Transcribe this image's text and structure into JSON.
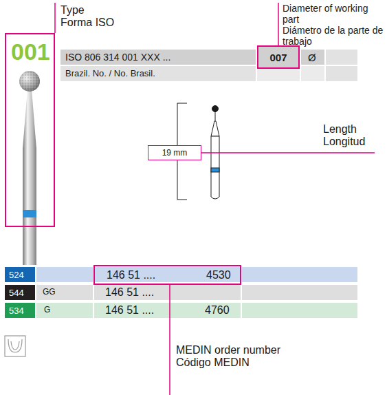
{
  "diagram": {
    "nodes": [
      {
        "text": [
          "001"
        ]
      },
      {
        "text": [
          "007"
        ]
      },
      {
        "text": [
          "19 mm"
        ]
      },
      {
        "text": [
          "146 51 ....",
          "4530"
        ]
      },
      {
        "text": [
          "524"
        ]
      },
      {
        "text": [
          "544"
        ]
      },
      {
        "text": [
          "534"
        ]
      }
    ],
    "labels": [
      "Type",
      "Forma ISO",
      "Diameter of working part",
      "Diámetro de la parte de trabajo",
      "ISO 806 314 001 XXX ...",
      "Ø",
      "Brazil. No. / No. Brasil.",
      "Length",
      "Longitud",
      "GG",
      "146 51 ....",
      "G",
      "146 51 ....",
      "4760",
      "MEDIN order number",
      "Código MEDIN"
    ]
  }
}
